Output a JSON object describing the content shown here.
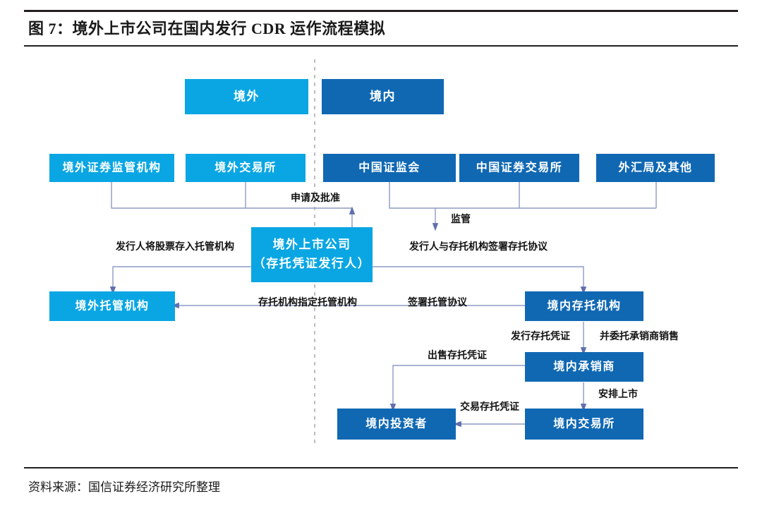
{
  "figure": {
    "title": "图 7：境外上市公司在国内发行 CDR 运作流程模拟",
    "source": "资料来源：国信证券经济研究所整理"
  },
  "colors": {
    "offshore_blue": "#09A6E3",
    "onshore_blue": "#1068B3",
    "connector": "#8e9bc4",
    "divider": "#bdbdbd",
    "rule": "#231f20"
  },
  "regions": [
    {
      "key": "offshore",
      "label": "境外",
      "color": "#09A6E3"
    },
    {
      "key": "onshore",
      "label": "境内",
      "color": "#1068B3"
    }
  ],
  "nodes": {
    "offshore_regulator": "境外证券监管机构",
    "offshore_exchange": "境外交易所",
    "csrc": "中国证监会",
    "china_exchange": "中国证券交易所",
    "safe_other": "外汇局及其他",
    "issuer_line1": "境外上市公司",
    "issuer_line2": "（存托凭证发行人）",
    "offshore_custodian": "境外托管机构",
    "domestic_depositary": "境内存托机构",
    "domestic_underwriter": "境内承销商",
    "domestic_investor": "境内投资者",
    "domestic_exchange": "境内交易所"
  },
  "edges": {
    "apply_approve": "申请及批准",
    "supervise": "监管",
    "deposit_shares": "发行人将股票存入托管机构",
    "sign_depositary_agreement": "发行人与存托机构签署存托协议",
    "depositary_designates_custodian": "存托机构指定托管机构",
    "sign_custody_agreement": "签署托管协议",
    "issue_dr": "发行存托凭证",
    "entrust_underwriter": "并委托承销商销售",
    "sell_dr": "出售存托凭证",
    "arrange_listing": "安排上市",
    "trade_dr": "交易存托凭证"
  }
}
